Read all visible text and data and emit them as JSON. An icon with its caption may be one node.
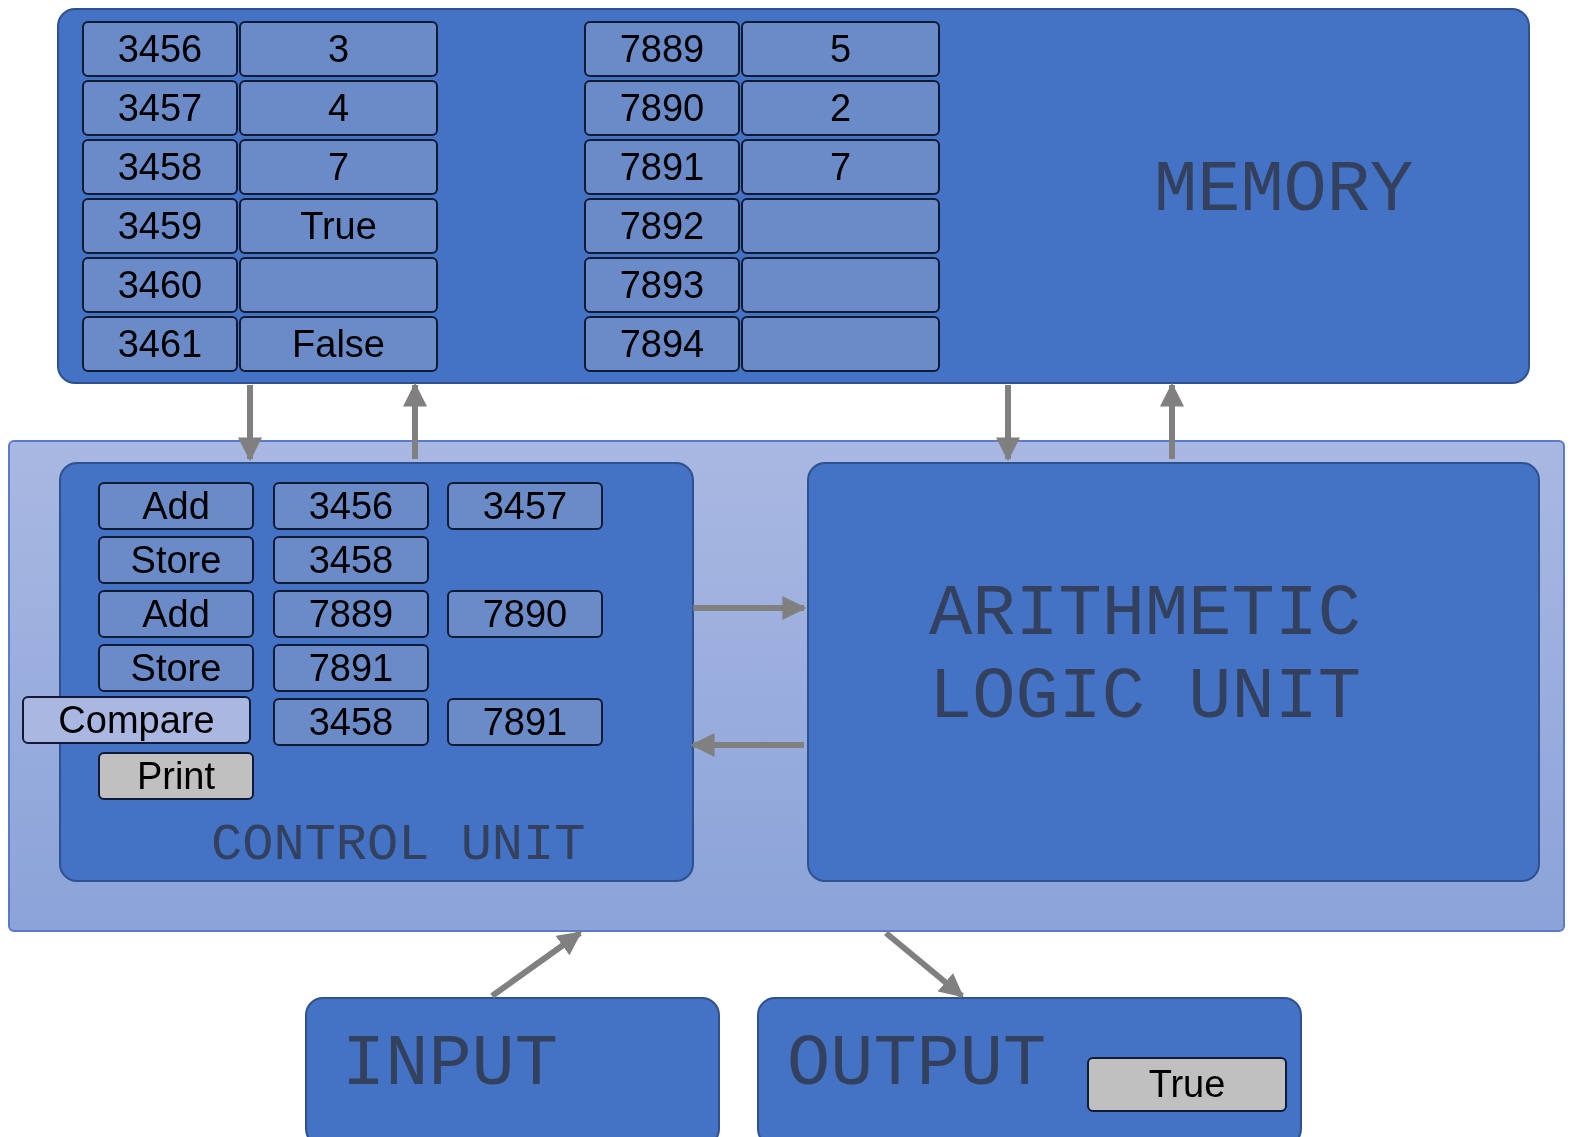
{
  "diagram": {
    "nodes": [
      {
        "text": [
          "MEMORY"
        ]
      },
      {
        "text": [
          "3456"
        ],
        "in": 0
      },
      {
        "text": [
          "3"
        ],
        "in": 0
      },
      {
        "text": [
          "3457"
        ],
        "in": 0
      },
      {
        "text": [
          "4"
        ],
        "in": 0
      },
      {
        "text": [
          "3458"
        ],
        "in": 0
      },
      {
        "text": [
          "7"
        ],
        "in": 0
      },
      {
        "text": [
          "3459"
        ],
        "in": 0
      },
      {
        "text": [
          "True"
        ],
        "in": 0
      },
      {
        "text": [
          "3460"
        ],
        "in": 0
      },
      {
        "text": [],
        "shape": "box",
        "in": 0
      },
      {
        "text": [
          "3461"
        ],
        "in": 0
      },
      {
        "text": [
          "False"
        ],
        "in": 0
      },
      {
        "text": [
          "7889"
        ],
        "in": 0
      },
      {
        "text": [
          "5"
        ],
        "in": 0
      },
      {
        "text": [
          "7890"
        ],
        "in": 0
      },
      {
        "text": [
          "2"
        ],
        "in": 0
      },
      {
        "text": [
          "7891"
        ],
        "in": 0
      },
      {
        "text": [
          "7"
        ],
        "in": 0
      },
      {
        "text": [
          "7892"
        ],
        "in": 0
      },
      {
        "text": [],
        "shape": "box",
        "in": 0
      },
      {
        "text": [
          "7893"
        ],
        "in": 0
      },
      {
        "text": [],
        "shape": "box",
        "in": 0
      },
      {
        "text": [
          "7894"
        ],
        "in": 0
      },
      {
        "text": [],
        "shape": "box",
        "in": 0
      },
      {
        "text": [],
        "shape": "box"
      },
      {
        "text": [
          "CONTROL UNIT"
        ],
        "in": 25
      },
      {
        "text": [
          "Add"
        ],
        "in": 26
      },
      {
        "text": [
          "3456"
        ],
        "in": 26
      },
      {
        "text": [
          "3457"
        ],
        "in": 26
      },
      {
        "text": [
          "Store"
        ],
        "in": 26
      },
      {
        "text": [
          "3458"
        ],
        "in": 26
      },
      {
        "text": [
          "Add"
        ],
        "in": 26
      },
      {
        "text": [
          "7889"
        ],
        "in": 26
      },
      {
        "text": [
          "7890"
        ],
        "in": 26
      },
      {
        "text": [
          "Store"
        ],
        "in": 26
      },
      {
        "text": [
          "7891"
        ],
        "in": 26
      },
      {
        "text": [
          "Compare"
        ],
        "in": 25
      },
      {
        "text": [
          "3458"
        ],
        "in": 26
      },
      {
        "text": [
          "7891"
        ],
        "in": 26
      },
      {
        "text": [
          "Print"
        ],
        "in": 26
      },
      {
        "text": [
          "ARITHMETIC LOGIC UNIT"
        ],
        "in": 25
      },
      {
        "text": [
          "INPUT"
        ]
      },
      {
        "text": [
          "OUTPUT"
        ]
      },
      {
        "text": [
          "True"
        ],
        "in": 43
      }
    ],
    "edges": [
      {
        "from": 0,
        "to": 26,
        "arrow": "to"
      },
      {
        "from": 26,
        "to": 0,
        "arrow": "to"
      },
      {
        "from": 0,
        "to": 41,
        "arrow": "to"
      },
      {
        "from": 41,
        "to": 0,
        "arrow": "to"
      },
      {
        "from": 26,
        "to": 41,
        "arrow": "to"
      },
      {
        "from": 41,
        "to": 26,
        "arrow": "to"
      },
      {
        "from": 42,
        "to": 25,
        "arrow": "to"
      },
      {
        "from": 25,
        "to": 43,
        "arrow": "to"
      }
    ]
  }
}
